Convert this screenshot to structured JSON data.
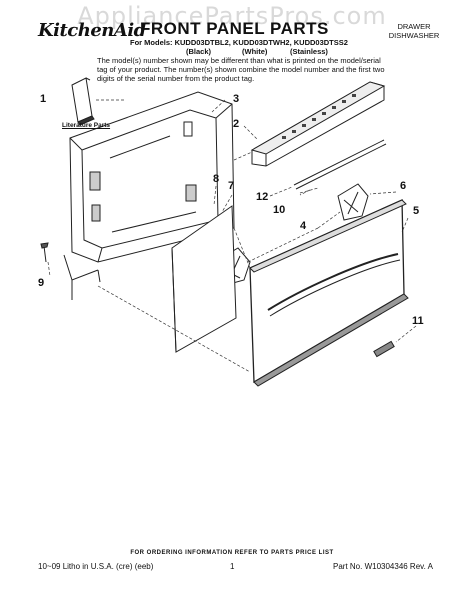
{
  "watermark": "AppliancePartsPros.com",
  "header": {
    "brand": "KitchenAid",
    "title": "FRONT PANEL PARTS",
    "category_line1": "DRAWER",
    "category_line2": "DISHWASHER",
    "models": "For Models: KUDD03DTBL2, KUDD03DTWH2, KUDD03DTSS2",
    "finishes": [
      "(Black)",
      "(White)",
      "(Stainless)"
    ]
  },
  "note": "The model(s) number shown may be different than what is printed on the model/serial tag of your product. The number(s) shown combine the model number and the first two digits of the serial number from the product tag.",
  "diagram": {
    "literature_label": "Literature Parts",
    "callouts": [
      "1",
      "2",
      "3",
      "4",
      "5",
      "6",
      "7",
      "8",
      "9",
      "10",
      "11",
      "12"
    ]
  },
  "footer": {
    "ordering": "FOR ORDERING INFORMATION REFER TO PARTS PRICE LIST",
    "left": "10~09 Litho in U.S.A. (cre) (eeb)",
    "page": "1",
    "right": "Part No. W10304346 Rev. A"
  }
}
